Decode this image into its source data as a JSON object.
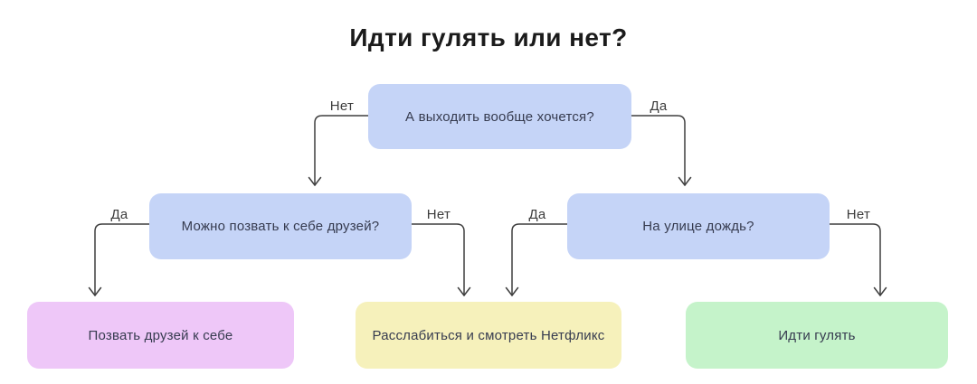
{
  "title": "Идти гулять или нет?",
  "nodes": {
    "root": "А выходить вообще хочется?",
    "invite_friends": "Можно позвать к себе друзей?",
    "rain": "На улице дождь?",
    "call_friends": "Позвать друзей к себе",
    "netflix": "Расслабиться и смотреть Нетфликс",
    "walk": "Идти гулять"
  },
  "edges": [
    {
      "from": "root",
      "to": "invite_friends",
      "label": "Нет"
    },
    {
      "from": "root",
      "to": "rain",
      "label": "Да"
    },
    {
      "from": "invite_friends",
      "to": "call_friends",
      "label": "Да"
    },
    {
      "from": "invite_friends",
      "to": "netflix",
      "label": "Нет"
    },
    {
      "from": "rain",
      "to": "netflix",
      "label": "Да"
    },
    {
      "from": "rain",
      "to": "walk",
      "label": "Нет"
    }
  ],
  "colors": {
    "question_box": "#c5d4f7",
    "call_friends_box": "#eec7f8",
    "netflix_box": "#f6f1bb",
    "walk_box": "#c5f3ca",
    "arrow": "#3f3f3f",
    "arrow_label": "#3c3c3c",
    "box_text": "#363b4f",
    "title_text": "#1b1b1b"
  }
}
